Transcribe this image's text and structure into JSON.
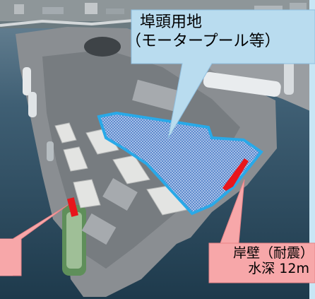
{
  "photo": {
    "subject": "aerial-port-terminal",
    "colors": {
      "sea": "#3f5f74",
      "land": "#8a8e92",
      "area_fill": "#4f7fc8",
      "area_outline": "#29a9e8",
      "berth": "#e8161c",
      "callout": "#b9dcef",
      "quay_callout": "#f7a7a9",
      "frame": "#c8e6f5"
    }
  },
  "annotations": {
    "area": {
      "line1": "埠頭用地",
      "line2": "（モータープール等）"
    },
    "quay": {
      "line1": "岸壁（耐震）",
      "line2": "水深 12m"
    }
  }
}
